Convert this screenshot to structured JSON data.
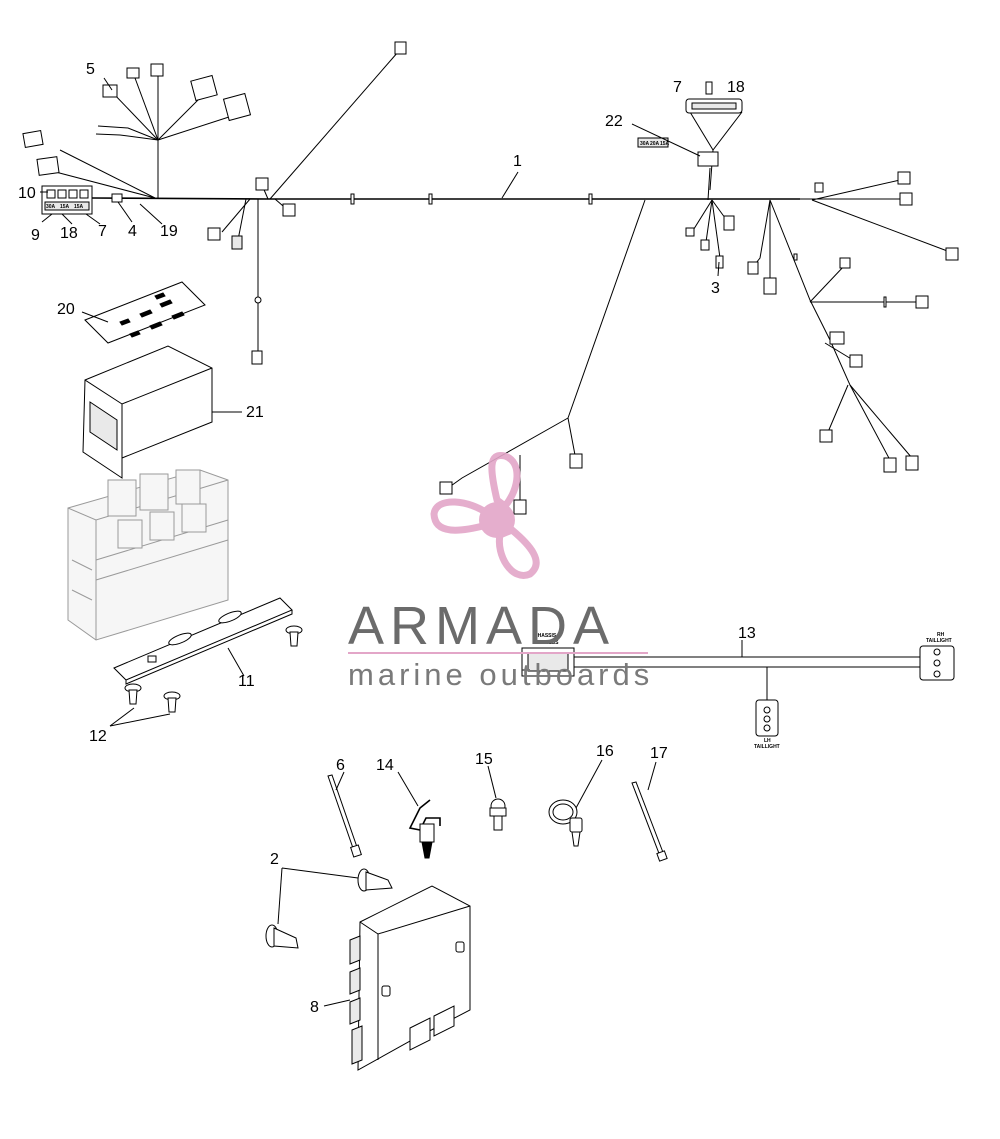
{
  "callouts": {
    "c1": "1",
    "c2": "2",
    "c3": "3",
    "c4": "4",
    "c5": "5",
    "c6": "6",
    "c7a": "7",
    "c7b": "7",
    "c8": "8",
    "c9": "9",
    "c10": "10",
    "c11": "11",
    "c12": "12",
    "c13": "13",
    "c14": "14",
    "c15": "15",
    "c16": "16",
    "c17": "17",
    "c18a": "18",
    "c18b": "18",
    "c19": "19",
    "c20": "20",
    "c21": "21",
    "c22": "22"
  },
  "harness_labels": {
    "chassis": "CHASSIS",
    "harness": "HARNESS",
    "rh": "RH",
    "lh": "LH",
    "taillight": "TAILLIGHT"
  },
  "fuse_labels": [
    "30A",
    "15A",
    "15A",
    "30A",
    "20A",
    "15A"
  ],
  "watermark": {
    "brand": "ARMADA",
    "tagline": "marine outboards",
    "brand_color": "#6b6b6b",
    "logo_color": "#e3a6c8"
  },
  "icons": [
    "propeller-logo-icon"
  ]
}
